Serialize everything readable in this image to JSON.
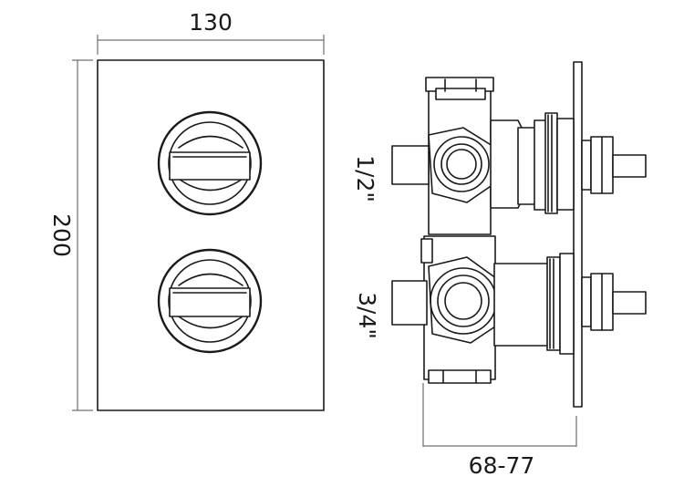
{
  "dimensions": {
    "width": "130",
    "height": "200",
    "depth": "68-77",
    "upper_port": "1/2\"",
    "lower_port": "3/4\""
  }
}
